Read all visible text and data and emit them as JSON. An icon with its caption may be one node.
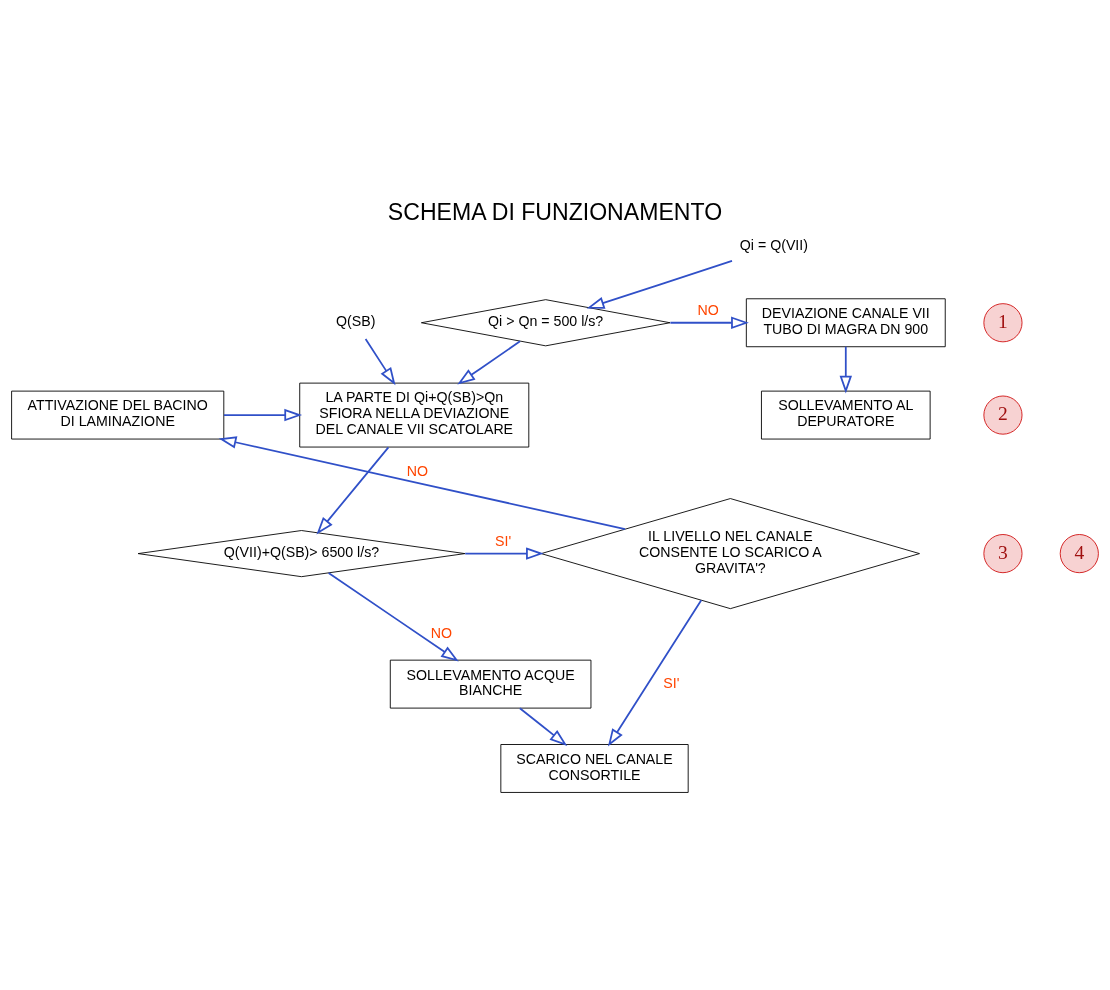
{
  "diagram": {
    "title": "SCHEMA DI FUNZIONAMENTO",
    "nodes": [
      {
        "text": [
          "Qi = Q(VII)"
        ]
      },
      {
        "text": [
          "Qi > Qn = 500 l/s?"
        ]
      },
      {
        "text": [
          "DEVIAZIONE CANALE VII TUBO DI MAGRA DN 900"
        ]
      },
      {
        "text": [
          "SOLLEVAMENTO AL DEPURATORE"
        ]
      },
      {
        "text": [
          "Q(SB)"
        ]
      },
      {
        "text": [
          "LA PARTE DI Qi+Q(SB)>Qn SFIORA NELLA DEVIAZIONE DEL CANALE VII SCATOLARE"
        ]
      },
      {
        "text": [
          "ATTIVAZIONE DEL BACINO DI LAMINAZIONE"
        ]
      },
      {
        "text": [
          "Q(VII)+Q(SB)> 6500 l/s?"
        ]
      },
      {
        "text": [
          "IL LIVELLO NEL CANALE CONSENTE LO SCARICO A GRAVITA'?"
        ]
      },
      {
        "text": [
          "SOLLEVAMENTO ACQUE BIANCHE"
        ]
      },
      {
        "text": [
          "SCARICO NEL CANALE CONSORTILE"
        ]
      },
      {
        "text": [
          "1"
        ]
      },
      {
        "text": [
          "2"
        ]
      },
      {
        "text": [
          "3"
        ]
      },
      {
        "text": [
          "4"
        ]
      }
    ],
    "edges": [
      {
        "from": 0,
        "to": 1,
        "arrow": "to"
      },
      {
        "from": 1,
        "to": 2,
        "arrow": "to",
        "label": "NO"
      },
      {
        "from": 2,
        "to": 3,
        "arrow": "to"
      },
      {
        "from": 1,
        "to": 5,
        "arrow": "to"
      },
      {
        "from": 4,
        "to": 5,
        "arrow": "to"
      },
      {
        "from": 6,
        "to": 5,
        "arrow": "to"
      },
      {
        "from": 5,
        "to": 7,
        "arrow": "to"
      },
      {
        "from": 7,
        "to": 8,
        "arrow": "to",
        "label": "SI'"
      },
      {
        "from": 8,
        "to": 6,
        "arrow": "to",
        "label": "NO"
      },
      {
        "from": 8,
        "to": 10,
        "arrow": "to",
        "label": "SI'"
      },
      {
        "from": 7,
        "to": 9,
        "arrow": "to",
        "label": "NO"
      },
      {
        "from": 9,
        "to": 10,
        "arrow": "to"
      }
    ]
  }
}
